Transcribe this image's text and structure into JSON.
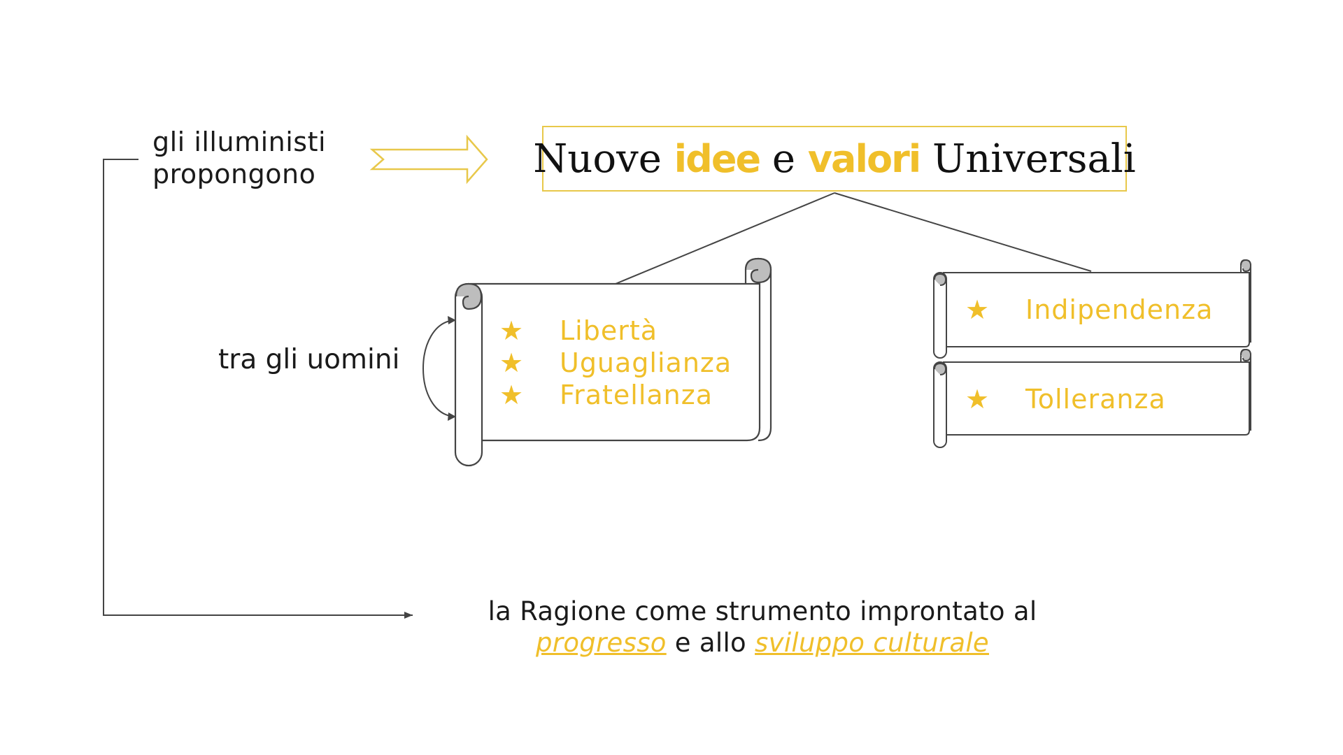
{
  "left_label": {
    "line1": "gli illuministi",
    "line2": "propongono"
  },
  "title": {
    "part1": "Nuove",
    "highlight1": "idee",
    "part2": "e",
    "highlight2": "valori",
    "part3": "Universali"
  },
  "relation_label": "tra gli uomini",
  "scroll_left": {
    "items": [
      {
        "icon": "star-icon",
        "label": "Libertà"
      },
      {
        "icon": "star-icon",
        "label": "Uguaglianza"
      },
      {
        "icon": "star-icon",
        "label": "Fratellanza"
      }
    ]
  },
  "scroll_right_top": {
    "icon": "star-icon",
    "label": "Indipendenza"
  },
  "scroll_right_bottom": {
    "icon": "star-icon",
    "label": "Tolleranza"
  },
  "bottom_text": {
    "line1": "la Ragione come strumento improntato al",
    "link1": "progresso",
    "mid": "e allo",
    "link2": "sviluppo culturale"
  },
  "colors": {
    "accent": "#f0bf2a",
    "text": "#1a1a1a",
    "line": "#444444"
  },
  "star_glyph": "★"
}
